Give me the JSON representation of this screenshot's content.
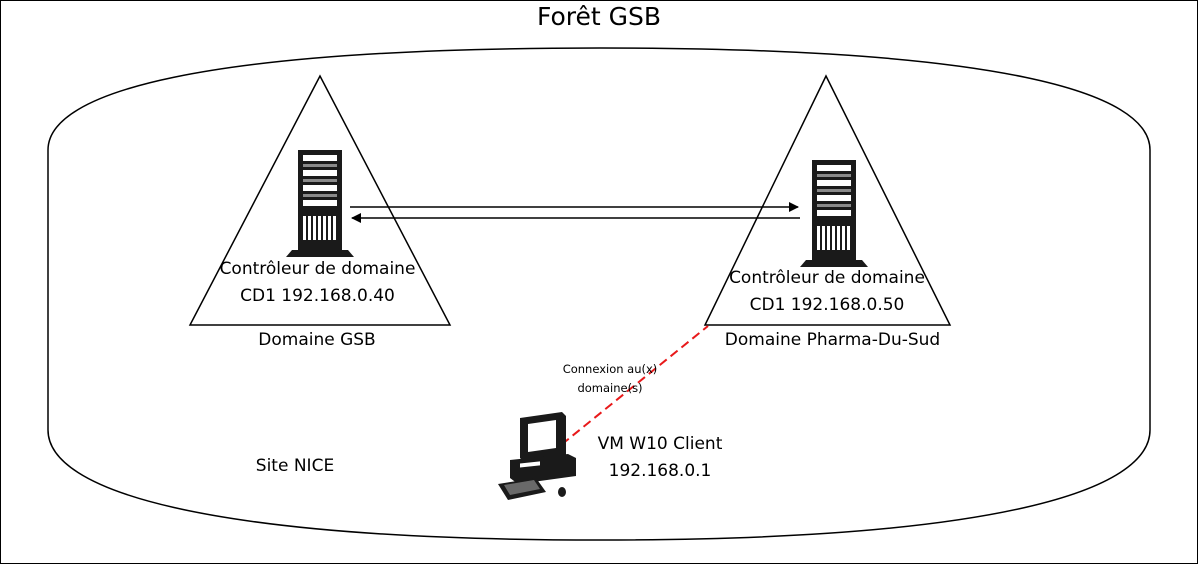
{
  "forest": {
    "title": "Forêt GSB"
  },
  "site": {
    "label": "Site NICE"
  },
  "domains": [
    {
      "controller_line1": "Contrôleur de domaine",
      "controller_line2": "CD1 192.168.0.40",
      "domain_label": "Domaine GSB"
    },
    {
      "controller_line1": "Contrôleur de domaine",
      "controller_line2": "CD1 192.168.0.50",
      "domain_label": "Domaine Pharma-Du-Sud"
    }
  ],
  "connection": {
    "label_line1": "Connexion au(x)",
    "label_line2": "domaine(s)",
    "color": "#e8191a"
  },
  "client": {
    "name": "VM W10 Client",
    "ip": "192.168.0.1"
  },
  "icons": [
    "server-tower-icon",
    "server-tower-icon",
    "client-computer-icon",
    "double-arrow-icon"
  ]
}
